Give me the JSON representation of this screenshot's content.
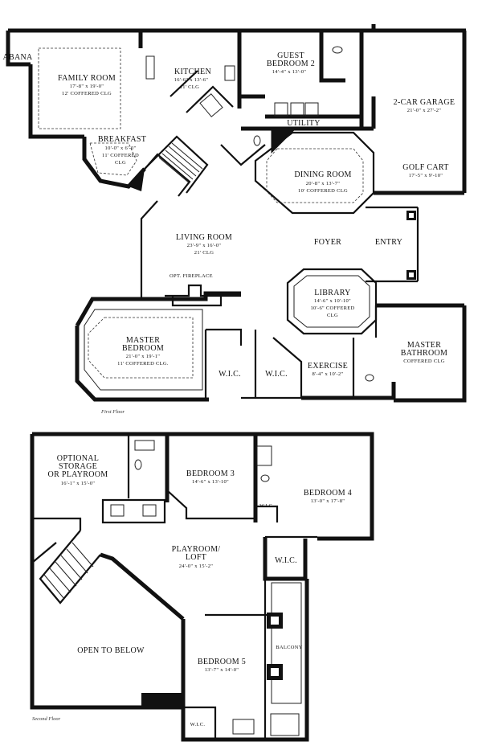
{
  "first_floor": {
    "caption": "First Floor",
    "rooms": {
      "cabana": {
        "name": "ABANA"
      },
      "family_room": {
        "name": "FAMILY ROOM",
        "dims": "17'-8\" x 19'-0\"",
        "ceiling": "12' COFFERED CLG"
      },
      "kitchen": {
        "name": "KITCHEN",
        "dims": "16'-6\" x 13'-6\"",
        "ceiling": "11' CLG"
      },
      "guest_bedroom": {
        "name1": "GUEST",
        "name2": "BEDROOM 2",
        "dims": "14'-4\" x 13'-0\""
      },
      "garage": {
        "name": "2-CAR GARAGE",
        "dims": "21'-0\" x 27'-2\""
      },
      "utility": {
        "name": "UTILITY"
      },
      "breakfast": {
        "name": "BREAKFAST",
        "dims": "10'-0\" x 6'-0\"",
        "ceiling1": "11' COFFERED",
        "ceiling2": "CLG"
      },
      "dining_room": {
        "name": "DINING ROOM",
        "dims": "20'-8\" x 13'-7\"",
        "ceiling": "10' COFFERED CLG"
      },
      "golf_cart": {
        "name": "GOLF CART",
        "dims": "17'-5\" x 9'-10\""
      },
      "living_room": {
        "name": "LIVING ROOM",
        "dims": "23'-9\" x 16'-0\"",
        "ceiling": "21' CLG"
      },
      "foyer": {
        "name": "FOYER"
      },
      "entry": {
        "name": "ENTRY"
      },
      "fireplace": {
        "name": "OPT. FIREPLACE"
      },
      "library": {
        "name": "LIBRARY",
        "dims": "14'-6\" x 10'-10\"",
        "ceiling1": "10'-6\" COFFERED",
        "ceiling2": "CLG"
      },
      "master_bedroom": {
        "name1": "MASTER",
        "name2": "BEDROOM",
        "dims": "21'-0\" x 19'-1\"",
        "ceiling": "11' COFFERED CLG."
      },
      "master_bathroom": {
        "name1": "MASTER",
        "name2": "BATHROOM",
        "ceiling": "COFFERED CLG"
      },
      "wic_1": {
        "name": "W.I.C."
      },
      "wic_2": {
        "name": "W.I.C."
      },
      "exercise": {
        "name": "EXERCISE",
        "dims": "8'-4\" x 10'-2\""
      }
    }
  },
  "second_floor": {
    "caption": "Second Floor",
    "rooms": {
      "storage": {
        "name1": "OPTIONAL",
        "name2": "STORAGE",
        "name3": "OR PLAYROOM",
        "dims": "16'-1\" x 15'-0\""
      },
      "bedroom3": {
        "name": "BEDROOM 3",
        "dims": "14'-6\" x 13'-10\""
      },
      "bedroom4": {
        "name": "BEDROOM 4",
        "dims": "13'-0\" x 17'-8\""
      },
      "wic_b3": {
        "name": "W.I.C."
      },
      "playroom": {
        "name1": "PLAYROOM/",
        "name2": "LOFT",
        "dims": "24'-0\" x 15'-2\""
      },
      "wic_b4": {
        "name": "W.I.C."
      },
      "open_below": {
        "name": "OPEN TO BELOW"
      },
      "bedroom5": {
        "name": "BEDROOM 5",
        "dims": "13'-7\" x 14'-0\""
      },
      "balcony": {
        "name": "BALCONY"
      },
      "wic_b5": {
        "name": "W.I.C."
      }
    }
  }
}
